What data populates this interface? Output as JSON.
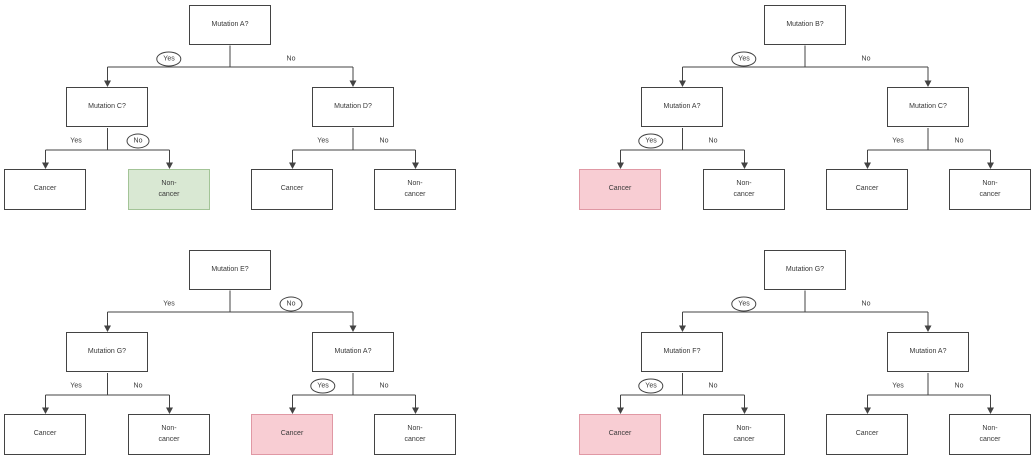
{
  "diagram": {
    "type": "decision-trees",
    "background": "#ffffff",
    "colors": {
      "box_border": "#434343",
      "line": "#434343",
      "text": "#383838",
      "highlight_green_fill": "#d9e8d3",
      "highlight_green_border": "#a3c497",
      "highlight_red_fill": "#f8cdd3",
      "highlight_red_border": "#e098a4"
    }
  },
  "trees": [
    {
      "position": "top-left",
      "root": {
        "label": "Mutation A?",
        "yes": {
          "label": "Yes",
          "circled": true
        },
        "no": {
          "label": "No",
          "circled": false
        }
      },
      "left": {
        "label": "Mutation C?",
        "yes": {
          "label": "Yes",
          "circled": false
        },
        "no": {
          "label": "No",
          "circled": true
        }
      },
      "right": {
        "label": "Mutation D?",
        "yes": {
          "label": "Yes",
          "circled": false
        },
        "no": {
          "label": "No",
          "circled": false
        }
      },
      "leaves": [
        {
          "label": "Cancer",
          "lines": [
            "Cancer"
          ],
          "highlight": "none"
        },
        {
          "label": "Non-cancer",
          "lines": [
            "Non-",
            "cancer"
          ],
          "highlight": "green"
        },
        {
          "label": "Cancer",
          "lines": [
            "Cancer"
          ],
          "highlight": "none"
        },
        {
          "label": "Non-cancer",
          "lines": [
            "Non-",
            "cancer"
          ],
          "highlight": "none"
        }
      ]
    },
    {
      "position": "top-right",
      "root": {
        "label": "Mutation B?",
        "yes": {
          "label": "Yes",
          "circled": true
        },
        "no": {
          "label": "No",
          "circled": false
        }
      },
      "left": {
        "label": "Mutation A?",
        "yes": {
          "label": "Yes",
          "circled": true
        },
        "no": {
          "label": "No",
          "circled": false
        }
      },
      "right": {
        "label": "Mutation C?",
        "yes": {
          "label": "Yes",
          "circled": false
        },
        "no": {
          "label": "No",
          "circled": false
        }
      },
      "leaves": [
        {
          "label": "Cancer",
          "lines": [
            "Cancer"
          ],
          "highlight": "red"
        },
        {
          "label": "Non-cancer",
          "lines": [
            "Non-",
            "cancer"
          ],
          "highlight": "none"
        },
        {
          "label": "Cancer",
          "lines": [
            "Cancer"
          ],
          "highlight": "none"
        },
        {
          "label": "Non-cancer",
          "lines": [
            "Non-",
            "cancer"
          ],
          "highlight": "none"
        }
      ]
    },
    {
      "position": "bottom-left",
      "root": {
        "label": "Mutation E?",
        "yes": {
          "label": "Yes",
          "circled": false
        },
        "no": {
          "label": "No",
          "circled": true
        }
      },
      "left": {
        "label": "Mutation G?",
        "yes": {
          "label": "Yes",
          "circled": false
        },
        "no": {
          "label": "No",
          "circled": false
        }
      },
      "right": {
        "label": "Mutation A?",
        "yes": {
          "label": "Yes",
          "circled": true
        },
        "no": {
          "label": "No",
          "circled": false
        }
      },
      "leaves": [
        {
          "label": "Cancer",
          "lines": [
            "Cancer"
          ],
          "highlight": "none"
        },
        {
          "label": "Non-cancer",
          "lines": [
            "Non-",
            "cancer"
          ],
          "highlight": "none"
        },
        {
          "label": "Cancer",
          "lines": [
            "Cancer"
          ],
          "highlight": "red"
        },
        {
          "label": "Non-cancer",
          "lines": [
            "Non-",
            "cancer"
          ],
          "highlight": "none"
        }
      ]
    },
    {
      "position": "bottom-right",
      "root": {
        "label": "Mutation G?",
        "yes": {
          "label": "Yes",
          "circled": true
        },
        "no": {
          "label": "No",
          "circled": false
        }
      },
      "left": {
        "label": "Mutation F?",
        "yes": {
          "label": "Yes",
          "circled": true
        },
        "no": {
          "label": "No",
          "circled": false
        }
      },
      "right": {
        "label": "Mutation A?",
        "yes": {
          "label": "Yes",
          "circled": false
        },
        "no": {
          "label": "No",
          "circled": false
        }
      },
      "leaves": [
        {
          "label": "Cancer",
          "lines": [
            "Cancer"
          ],
          "highlight": "red"
        },
        {
          "label": "Non-cancer",
          "lines": [
            "Non-",
            "cancer"
          ],
          "highlight": "none"
        },
        {
          "label": "Cancer",
          "lines": [
            "Cancer"
          ],
          "highlight": "none"
        },
        {
          "label": "Non-cancer",
          "lines": [
            "Non-",
            "cancer"
          ],
          "highlight": "none"
        }
      ]
    }
  ]
}
